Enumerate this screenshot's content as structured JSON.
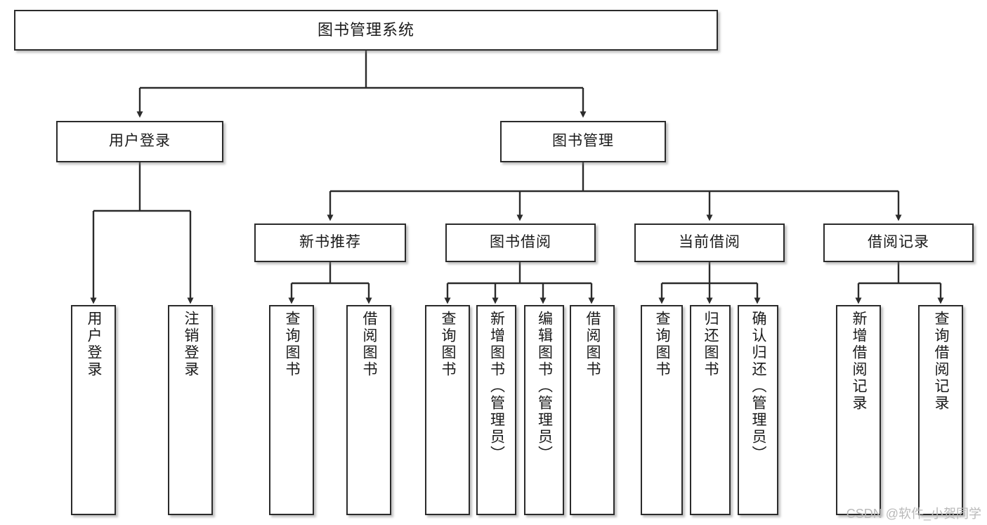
{
  "diagram": {
    "type": "tree-hierarchy",
    "title": "图书管理系统",
    "orientation": "top-down",
    "colors": {
      "box_border": "#2b2b2b",
      "box_fill": "#ffffff",
      "connector": "#2b2b2b",
      "text": "#1a1a1a",
      "watermark": "#b9b9b9",
      "background": "#ffffff"
    },
    "nodes": {
      "root": {
        "label": "图书管理系统"
      },
      "level2": [
        {
          "id": "user-login",
          "label": "用户登录"
        },
        {
          "id": "book-manage",
          "label": "图书管理"
        }
      ],
      "level3": [
        {
          "id": "new-book-rec",
          "label": "新书推荐"
        },
        {
          "id": "book-borrow",
          "label": "图书借阅"
        },
        {
          "id": "current-borrow",
          "label": "当前借阅"
        },
        {
          "id": "borrow-record",
          "label": "借阅记录"
        }
      ],
      "leaves": {
        "user-login": [
          {
            "id": "leaf-user-login",
            "label": "用户登录"
          },
          {
            "id": "leaf-logout",
            "label": "注销登录"
          }
        ],
        "new-book-rec": [
          {
            "id": "leaf-query-book-1",
            "label": "查询图书"
          },
          {
            "id": "leaf-borrow-book-1",
            "label": "借阅图书"
          }
        ],
        "book-borrow": [
          {
            "id": "leaf-query-book-2",
            "label": "查询图书"
          },
          {
            "id": "leaf-add-book",
            "label": "新增图书（管理员）"
          },
          {
            "id": "leaf-edit-book",
            "label": "编辑图书（管理员）"
          },
          {
            "id": "leaf-borrow-book-2",
            "label": "借阅图书"
          }
        ],
        "current-borrow": [
          {
            "id": "leaf-query-book-3",
            "label": "查询图书"
          },
          {
            "id": "leaf-return-book",
            "label": "归还图书"
          },
          {
            "id": "leaf-confirm-return",
            "label": "确认归还（管理员）"
          }
        ],
        "borrow-record": [
          {
            "id": "leaf-add-record",
            "label": "新增借阅记录"
          },
          {
            "id": "leaf-query-record",
            "label": "查询借阅记录"
          }
        ]
      }
    }
  },
  "watermark": {
    "text": "CSDN @软件_小贺同学"
  }
}
